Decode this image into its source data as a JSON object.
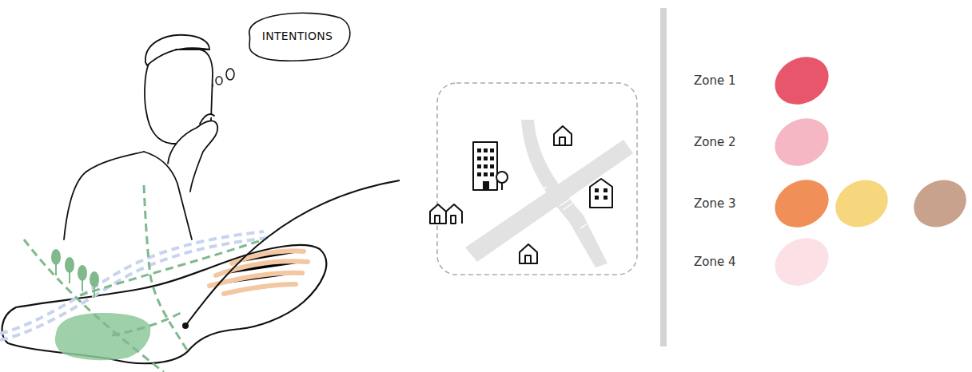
{
  "diagram": {
    "nodes": [
      {
        "text": [
          "INTENTIONS"
        ]
      }
    ],
    "legend": [
      {
        "text": "Zone 1",
        "color": "#e8566b"
      },
      {
        "text": "Zone 2",
        "color": "#f4b7c3"
      },
      {
        "text": "Zone 3",
        "color": "#f09058"
      },
      {
        "text": "Zone 4",
        "color": "#fbe1e5"
      }
    ]
  }
}
